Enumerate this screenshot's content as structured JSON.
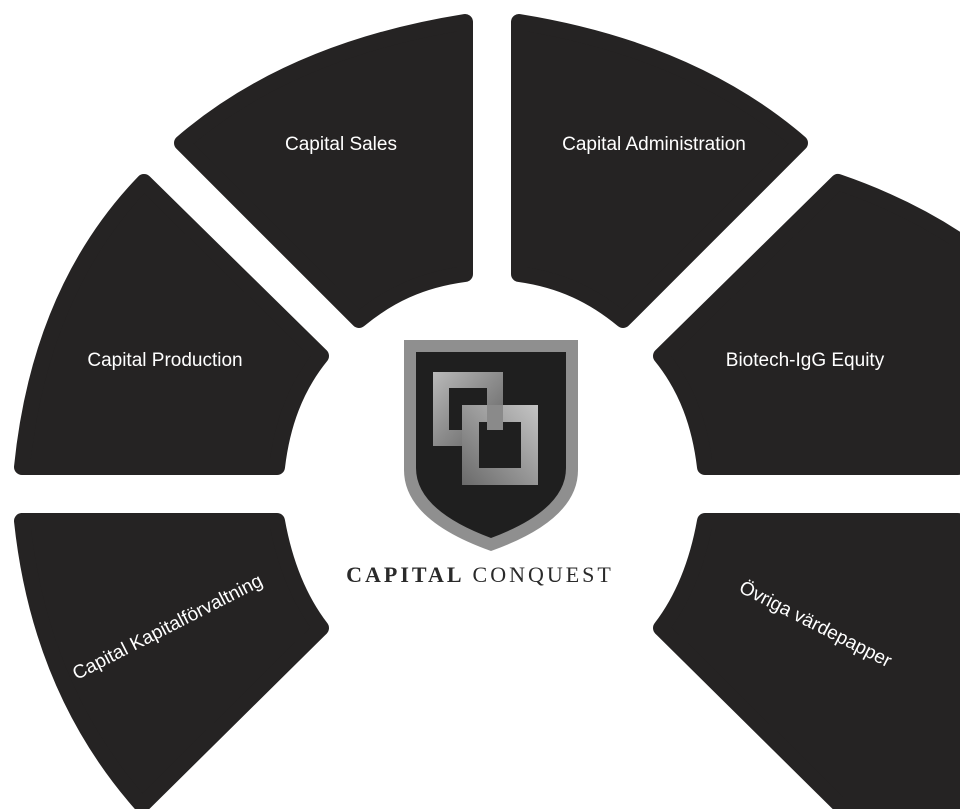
{
  "diagram": {
    "segments": [
      {
        "id": "sales",
        "label": "Capital Sales"
      },
      {
        "id": "administration",
        "label": "Capital Administration"
      },
      {
        "id": "production",
        "label": "Capital Production"
      },
      {
        "id": "biotech",
        "label": "Biotech-IgG Equity"
      },
      {
        "id": "kapital",
        "label": "Capital Kapitalförvaltning"
      },
      {
        "id": "ovriga",
        "label": "Övriga värdepapper"
      }
    ],
    "colors": {
      "segment": "#252323",
      "label": "#ffffff",
      "shield_outer": "#8f8f8f",
      "shield_inner": "#1f1f1f"
    }
  },
  "brand": {
    "name_bold": "CAPITAL",
    "name_regular": "CONQUEST",
    "logo_icon": "shield-interlocked-squares-icon"
  }
}
